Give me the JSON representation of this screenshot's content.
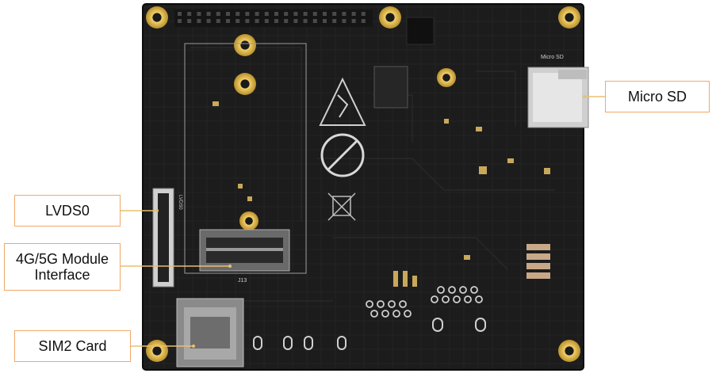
{
  "callouts": {
    "micro_sd": "Micro SD",
    "lvds0": "LVDS0",
    "module_interface": "4G/5G Module\nInterface",
    "sim2": "SIM2 Card"
  },
  "silkscreen": {
    "micro_sd": "Micro SD",
    "lvds": "LVDS0",
    "m2": "J13"
  },
  "colors": {
    "board": "#1b1b1b",
    "trace": "#2a2a2a",
    "pad_gold": "#d8b34a",
    "callout_border": "#f0a868",
    "leader_line": "#e8c070"
  }
}
